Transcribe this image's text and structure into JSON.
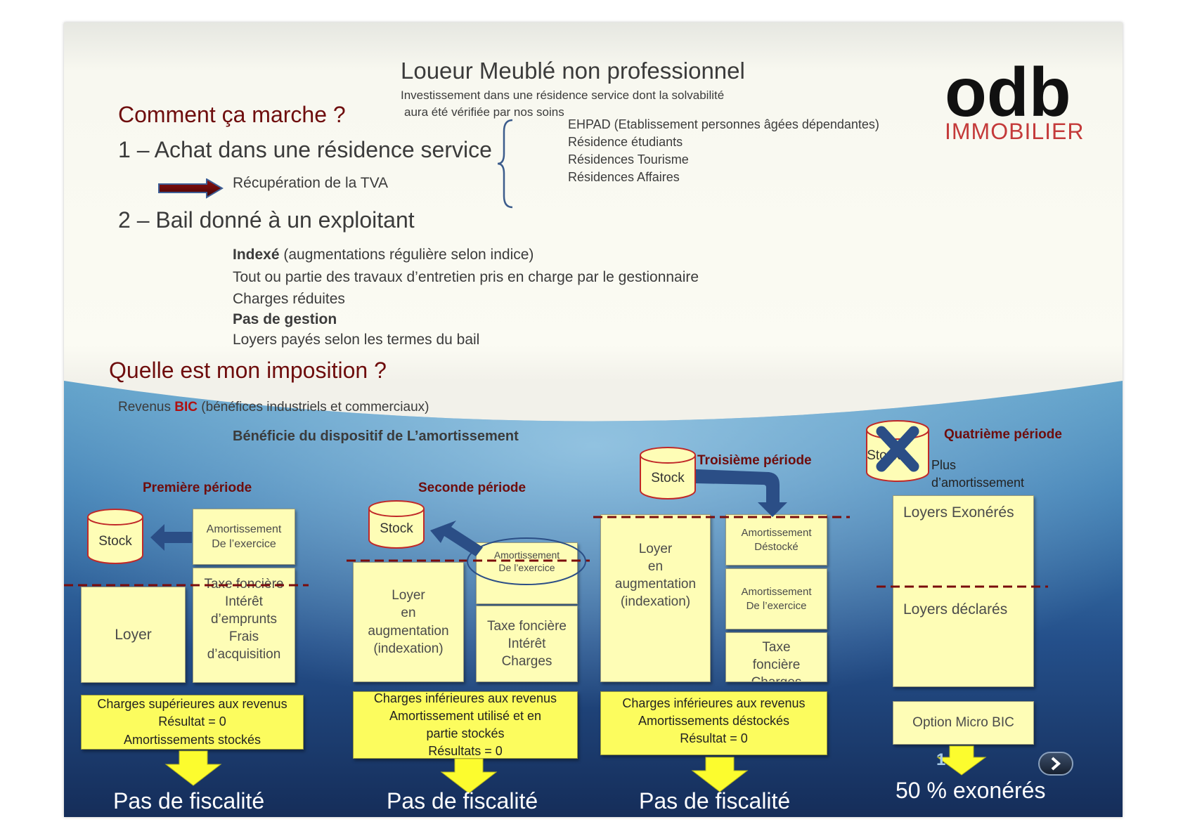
{
  "header": {
    "title": "Loueur Meublé non professionnel",
    "subtitle_line1": "Investissement dans une résidence service dont la solvabilité",
    "subtitle_line2": "aura été vérifiée par nos soins"
  },
  "logo": {
    "letters": "odb",
    "word": "IMMOBILIER"
  },
  "section1": {
    "heading": "Comment ça marche ?",
    "step1": "1 – Achat dans une résidence service",
    "tva": "Récupération de la TVA",
    "residences": [
      "EHPAD (Etablissement personnes âgées dépendantes)",
      "Résidence étudiants",
      "Résidences Tourisme",
      "Résidences Affaires"
    ],
    "step2": "2 – Bail donné à un exploitant",
    "bail": {
      "indexe_bold": "Indexé",
      "indexe_rest": " (augmentations régulière selon indice)",
      "travaux": "Tout ou partie des travaux d’entretien pris en charge par le gestionnaire",
      "charges": "Charges réduites",
      "gestion": "Pas de gestion",
      "loyers": "Loyers payés selon les termes du bail"
    }
  },
  "section2": {
    "heading": "Quelle est mon imposition ?",
    "revenus_prefix": "Revenus ",
    "revenus_bic": "BIC",
    "revenus_rest": " (bénéfices industriels et commerciaux)",
    "amortissement": "Bénéficie du dispositif de L’amortissement"
  },
  "periods": {
    "p1": {
      "label": "Première période",
      "stock": "Stock",
      "amort": "Amortissement\nDe l’exercice",
      "loyer": "Loyer",
      "charges_overlap": "Taxe foncière",
      "charges": "Intérêt\nd’emprunts\nFrais\nd’acquisition",
      "result": "Charges supérieures aux revenus\nRésultat = 0\nAmortissements stockés",
      "fiscal": "Pas de fiscalité"
    },
    "p2": {
      "label": "Seconde période",
      "stock": "Stock",
      "amort": "Amortissement\nDe l’exercice",
      "loyer": "Loyer\nen\naugmentation\n(indexation)",
      "charges": "Taxe foncière\nIntérêt\nCharges",
      "result": "Charges inférieures aux revenus\nAmortissement utilisé et en\npartie stockés\nRésultats = 0",
      "fiscal": "Pas de fiscalité"
    },
    "p3": {
      "label": "Troisième période",
      "stock": "Stock",
      "loyer": "Loyer\nen\naugmentation\n(indexation)",
      "amort_destock": "Amortissement\nDéstocké",
      "amort_exercice": "Amortissement\nDe l’exercice",
      "charges": "Taxe\nfoncière\nCharges",
      "result": "Charges inférieures aux revenus\nAmortissements  déstockés\nRésultat = 0",
      "fiscal": "Pas de fiscalité"
    },
    "p4": {
      "label": "Quatrième période",
      "stock": "Stock",
      "plus1": "Plus",
      "plus2": "d’amortissement",
      "exoneres": "Loyers Exonérés",
      "declares": "Loyers déclarés",
      "micro": "Option Micro BIC",
      "number": "1",
      "fiscal": "50 % exonérés"
    }
  },
  "colors": {
    "maroon": "#6e0d0d",
    "box_fill": "#fefdb6",
    "result_fill": "#fcfc5e",
    "arrow_blue": "#233d6e",
    "dashed_red": "#7a0c0c"
  }
}
